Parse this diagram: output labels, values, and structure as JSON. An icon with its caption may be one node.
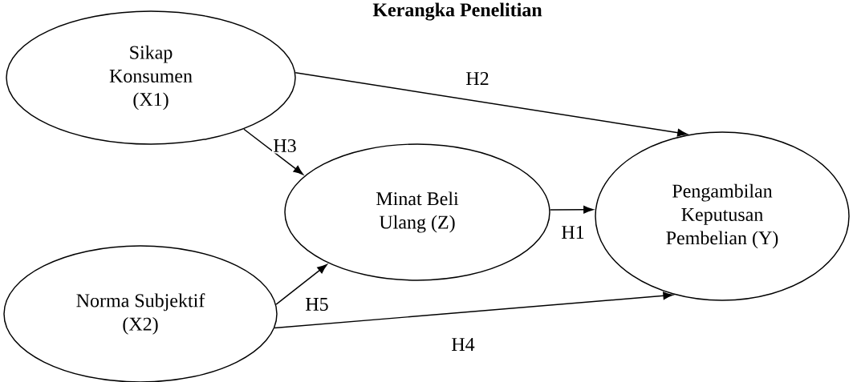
{
  "diagram": {
    "title": "Kerangka Penelitian",
    "nodes": [
      {
        "text": [
          "Sikap Konsumen (X1)"
        ]
      },
      {
        "text": [
          "Minat Beli Ulang (Z)"
        ]
      },
      {
        "text": [
          "Pengambilan Keputusan Pembelian (Y)"
        ]
      },
      {
        "text": [
          "Norma Subjektif (X2)"
        ]
      }
    ],
    "edges": [
      {
        "from": 0,
        "to": 2,
        "arrow": "to",
        "label": "H2"
      },
      {
        "from": 0,
        "to": 1,
        "arrow": "to",
        "label": "H3"
      },
      {
        "from": 1,
        "to": 2,
        "arrow": "to",
        "label": "H1"
      },
      {
        "from": 3,
        "to": 1,
        "arrow": "to",
        "label": "H5"
      },
      {
        "from": 3,
        "to": 2,
        "arrow": "to",
        "label": "H4"
      }
    ]
  }
}
